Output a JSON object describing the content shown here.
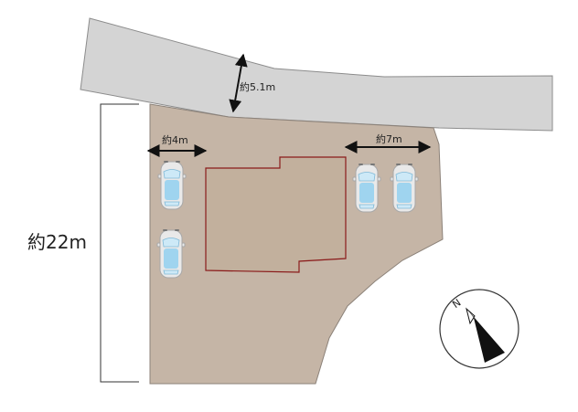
{
  "labels": {
    "road_width": "約5.1m",
    "left_width": "約4m",
    "right_width": "約7m",
    "depth": "約22m",
    "compass_north": "N"
  },
  "colors": {
    "road": "#d4d4d4",
    "lot": "#c5b5a6",
    "building_outline": "#8a1a1a",
    "car_glass": "#cde9f7"
  },
  "icons": [
    "car-icon",
    "compass-icon",
    "double-arrow-icon"
  ]
}
